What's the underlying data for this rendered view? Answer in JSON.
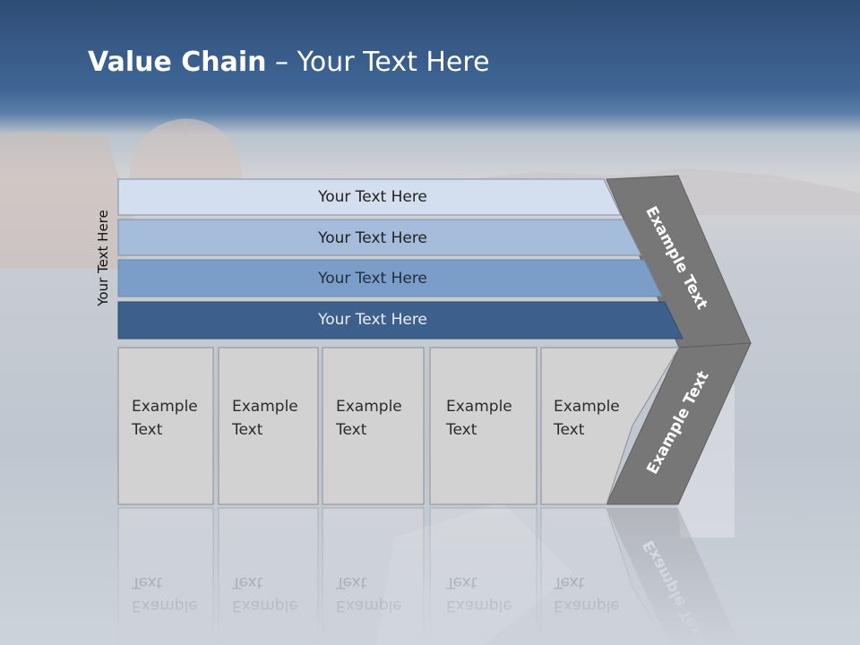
{
  "title": {
    "bold": "Value Chain",
    "rest": " – Your Text Here"
  },
  "side_label": "Your Text Here",
  "bars": [
    {
      "label": "Your Text Here",
      "color": "#d3dfee",
      "text_color": "#222222"
    },
    {
      "label": "Your Text Here",
      "color": "#a5bddb",
      "text_color": "#222222"
    },
    {
      "label": "Your Text Here",
      "color": "#7b9ec9",
      "text_color": "#1f2d3f"
    },
    {
      "label": "Your Text Here",
      "color": "#3c5f8c",
      "text_color": "#e8eef6"
    }
  ],
  "boxes": [
    {
      "line1": "Example",
      "line2": "Text"
    },
    {
      "line1": "Example",
      "line2": "Text"
    },
    {
      "line1": "Example",
      "line2": "Text"
    },
    {
      "line1": "Example",
      "line2": "Text"
    },
    {
      "line1": "Example",
      "line2": "Text"
    }
  ],
  "chevron": {
    "upper": "Example Text",
    "lower": "Example Text",
    "color": "#777777"
  },
  "box_color": "#d2d2d2"
}
